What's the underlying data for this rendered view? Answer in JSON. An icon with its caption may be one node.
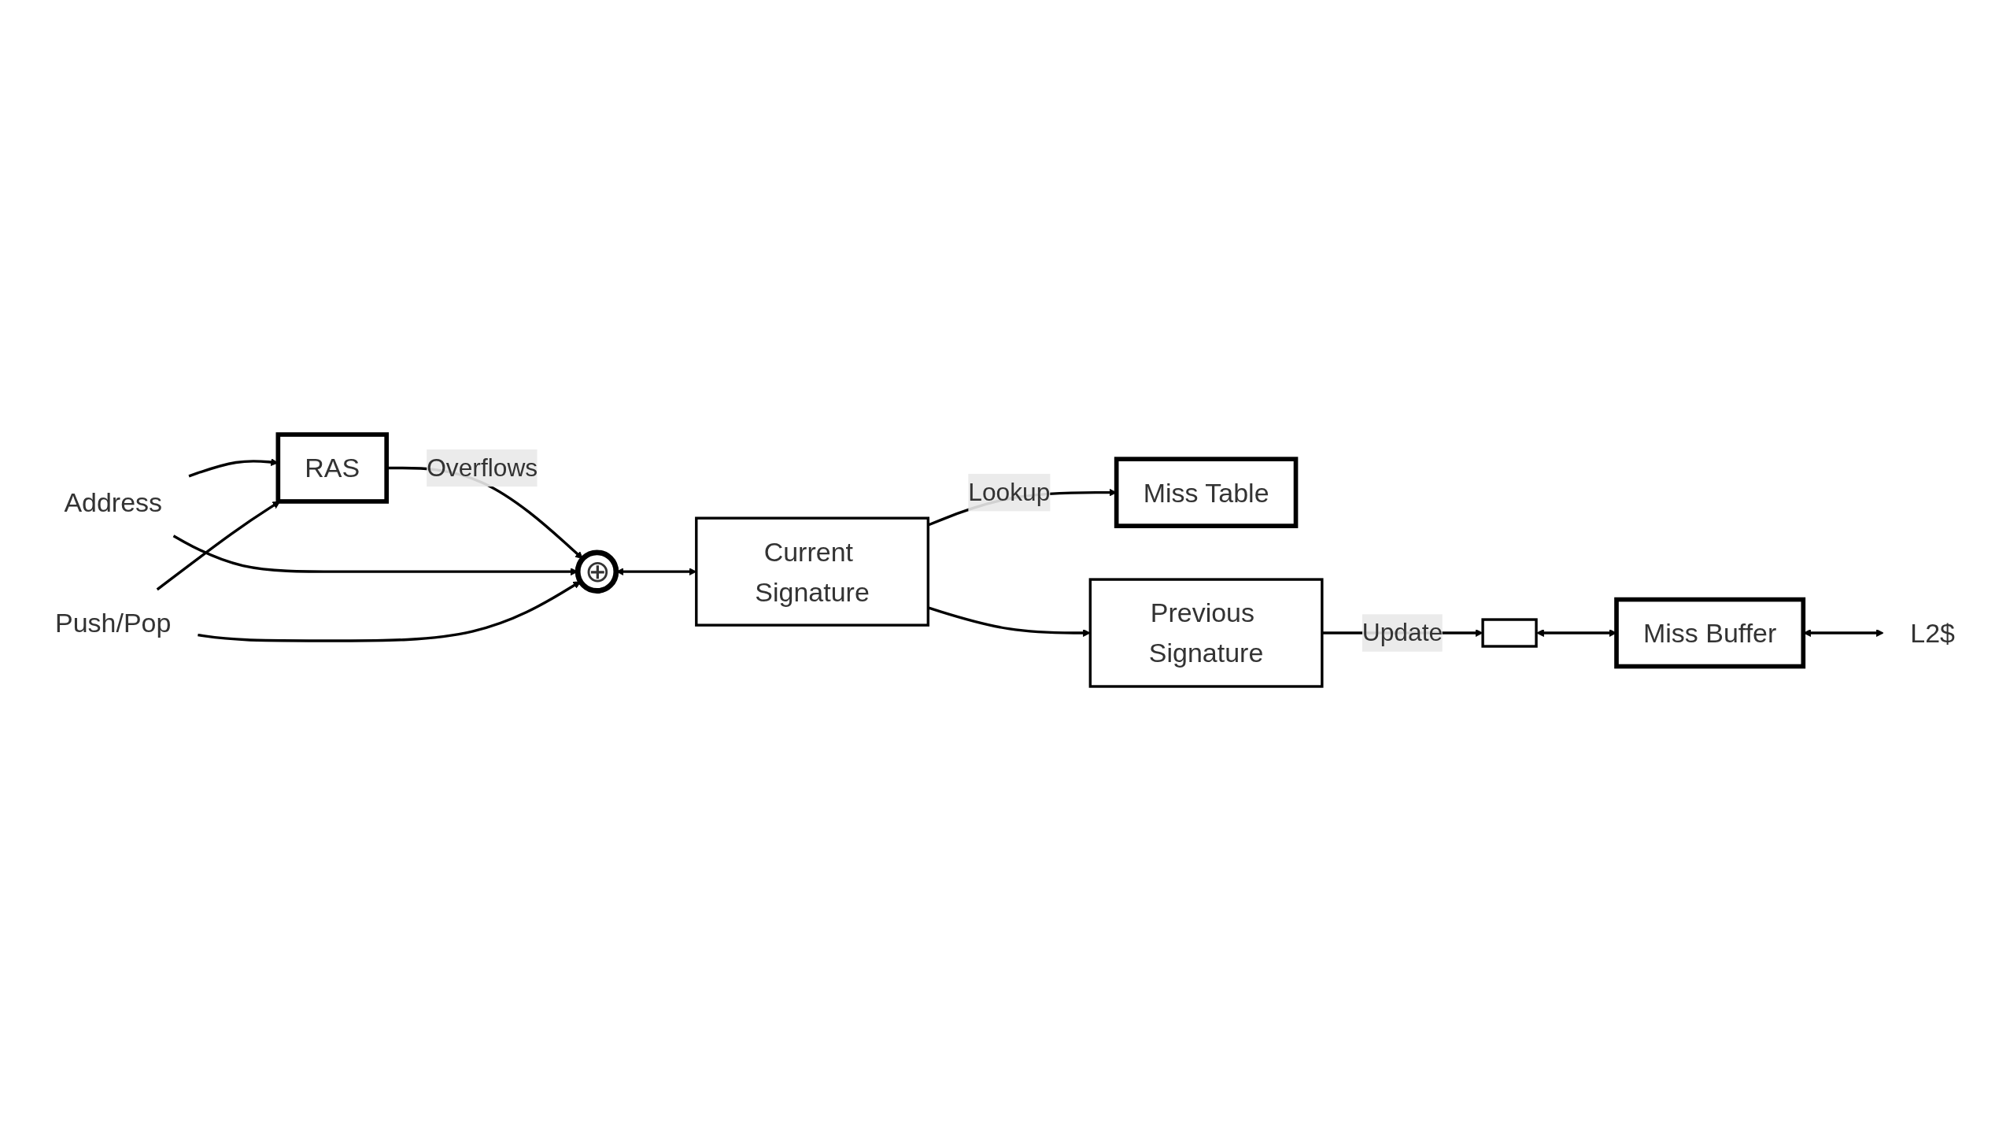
{
  "diagram": {
    "nodes": [
      {
        "text": [
          "RAS"
        ]
      },
      {
        "text": [
          "⊕"
        ]
      },
      {
        "text": [
          "Current Signature"
        ]
      },
      {
        "text": [
          "Miss Table"
        ]
      },
      {
        "text": [
          "Previous Signature"
        ]
      },
      {
        "text": [],
        "shape": "box"
      },
      {
        "text": [
          "Miss Buffer"
        ]
      },
      {
        "text": [
          "Address"
        ]
      },
      {
        "text": [
          "Push/Pop"
        ]
      },
      {
        "text": [
          "L2$"
        ]
      }
    ],
    "edges": [
      {
        "from": 0,
        "to": 1,
        "arrow": "to",
        "label": "Overflows"
      },
      {
        "from": 7,
        "to": 0,
        "arrow": "to"
      },
      {
        "from": 7,
        "to": 1,
        "arrow": "to"
      },
      {
        "from": 8,
        "to": 0,
        "arrow": "to"
      },
      {
        "from": 8,
        "to": 1,
        "arrow": "to"
      },
      {
        "from": 1,
        "to": 2,
        "arrow": "both"
      },
      {
        "from": 2,
        "to": 3,
        "arrow": "to",
        "label": "Lookup"
      },
      {
        "from": 2,
        "to": 4,
        "arrow": "to"
      },
      {
        "from": 4,
        "to": 5,
        "arrow": "to",
        "label": "Update"
      },
      {
        "from": 5,
        "to": 6,
        "arrow": "both"
      },
      {
        "from": 6,
        "to": 9,
        "arrow": "both"
      }
    ]
  }
}
